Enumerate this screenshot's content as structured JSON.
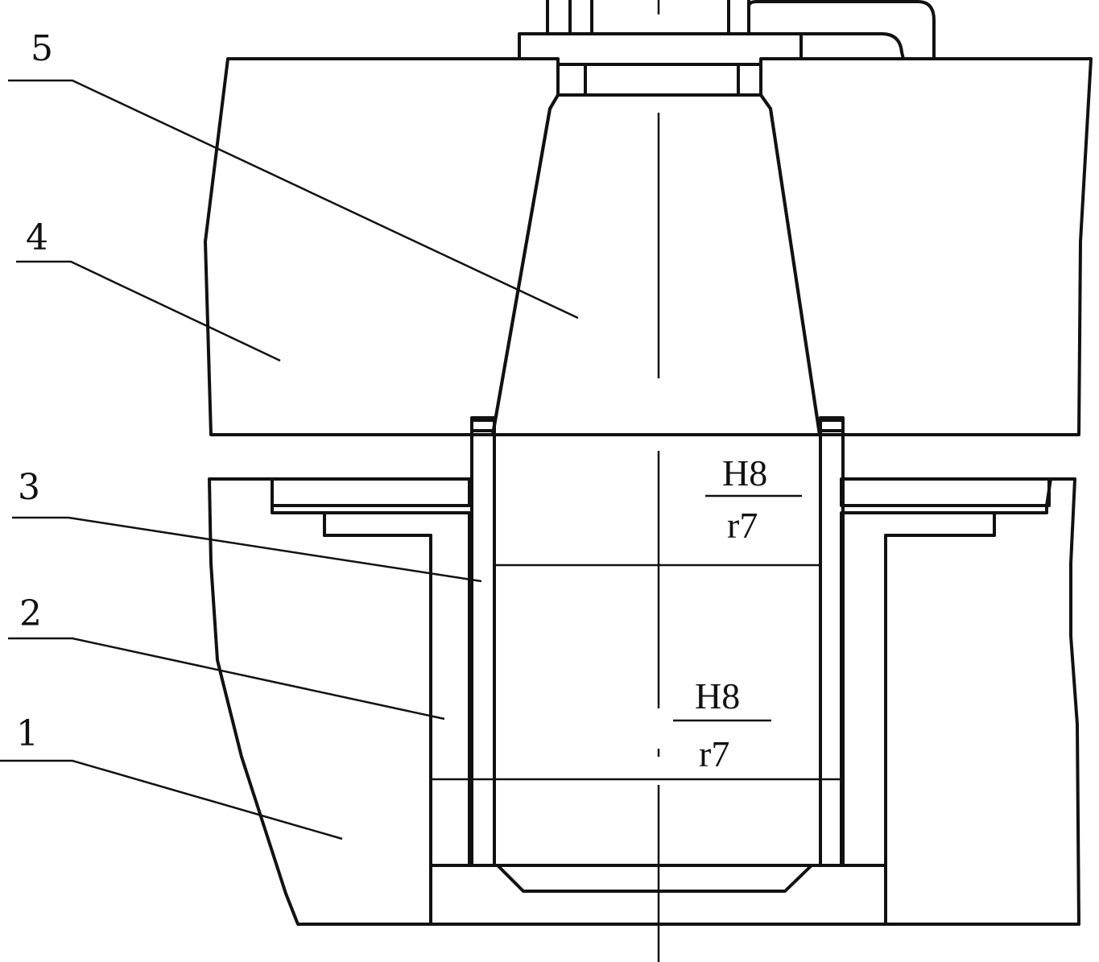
{
  "labels": {
    "part1": "1",
    "part2": "2",
    "part3": "3",
    "part4": "4",
    "part5": "5"
  },
  "fits": {
    "upper": {
      "hole": "H8",
      "shaft": "r7"
    },
    "lower": {
      "hole": "H8",
      "shaft": "r7"
    }
  },
  "colors": {
    "line": "#111111",
    "background": "#ffffff"
  }
}
